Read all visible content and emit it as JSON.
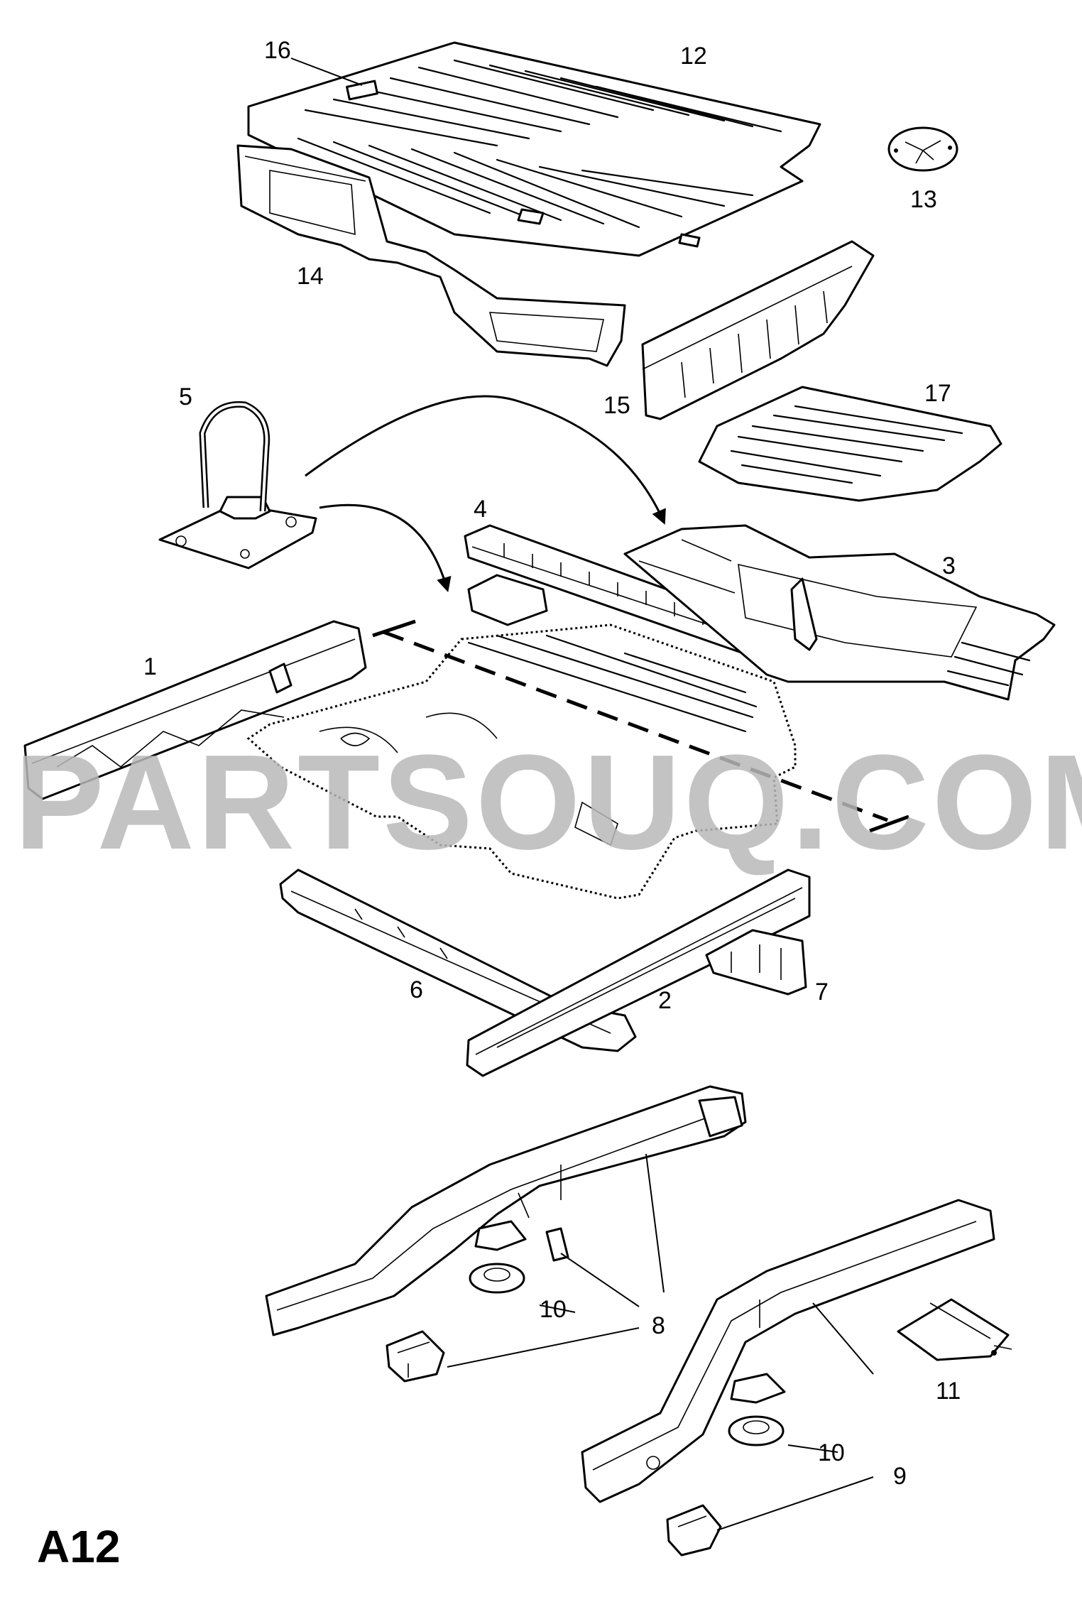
{
  "diagram": {
    "page_code": "A12",
    "watermark": "PARTSOUQ.COM",
    "callouts": {
      "c1": "1",
      "c2": "2",
      "c3": "3",
      "c4": "4",
      "c5": "5",
      "c6": "6",
      "c7": "7",
      "c8": "8",
      "c9": "9",
      "c10a": "10",
      "c10b": "10",
      "c11": "11",
      "c12": "12",
      "c13": "13",
      "c14": "14",
      "c15": "15",
      "c16": "16",
      "c17": "17"
    }
  }
}
